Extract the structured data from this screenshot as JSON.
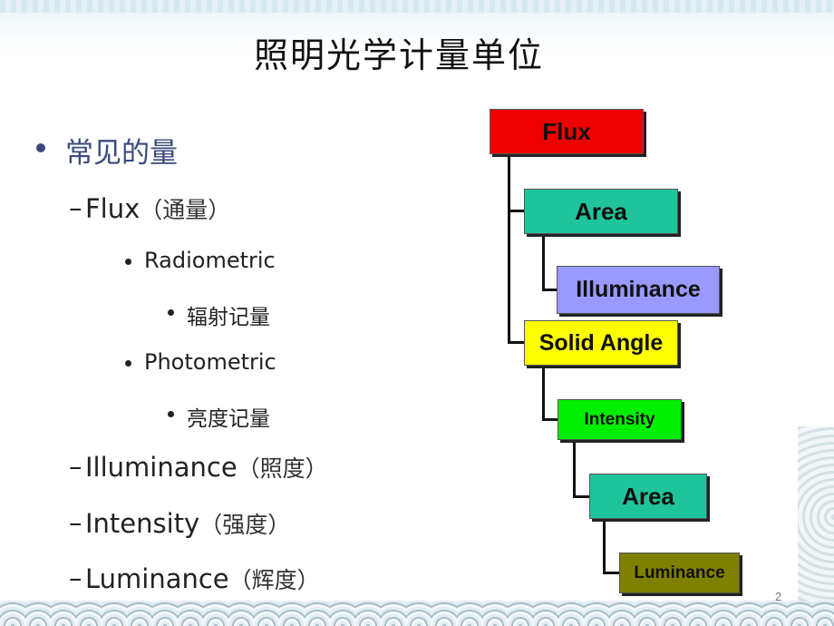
{
  "slide": {
    "title": "照明光学计量单位",
    "page_number": "2"
  },
  "outline": {
    "heading": "常见的量",
    "flux_label": "Flux",
    "flux_paren": "（通量）",
    "radiometric": "Radiometric",
    "radiometric_sub": "辐射记量",
    "photometric": "Photometric",
    "photometric_sub": "亮度记量",
    "illuminance_label": "Illuminance",
    "illuminance_paren": "（照度）",
    "intensity_label": "Intensity",
    "intensity_paren": "（强度）",
    "luminance_label": "Luminance",
    "luminance_paren": "（辉度）"
  },
  "diagram": {
    "nodes": [
      {
        "id": "flux",
        "label": "Flux",
        "color": "#ee0000"
      },
      {
        "id": "area1",
        "label": "Area",
        "color": "#1fc49a"
      },
      {
        "id": "illuminance",
        "label": "Illuminance",
        "color": "#9999ff"
      },
      {
        "id": "solid_angle",
        "label": "Solid Angle",
        "color": "#ffff00"
      },
      {
        "id": "intensity",
        "label": "Intensity",
        "color": "#00ee00"
      },
      {
        "id": "area2",
        "label": "Area",
        "color": "#1fc49a"
      },
      {
        "id": "luminance",
        "label": "Luminance",
        "color": "#7f7f00"
      }
    ]
  }
}
